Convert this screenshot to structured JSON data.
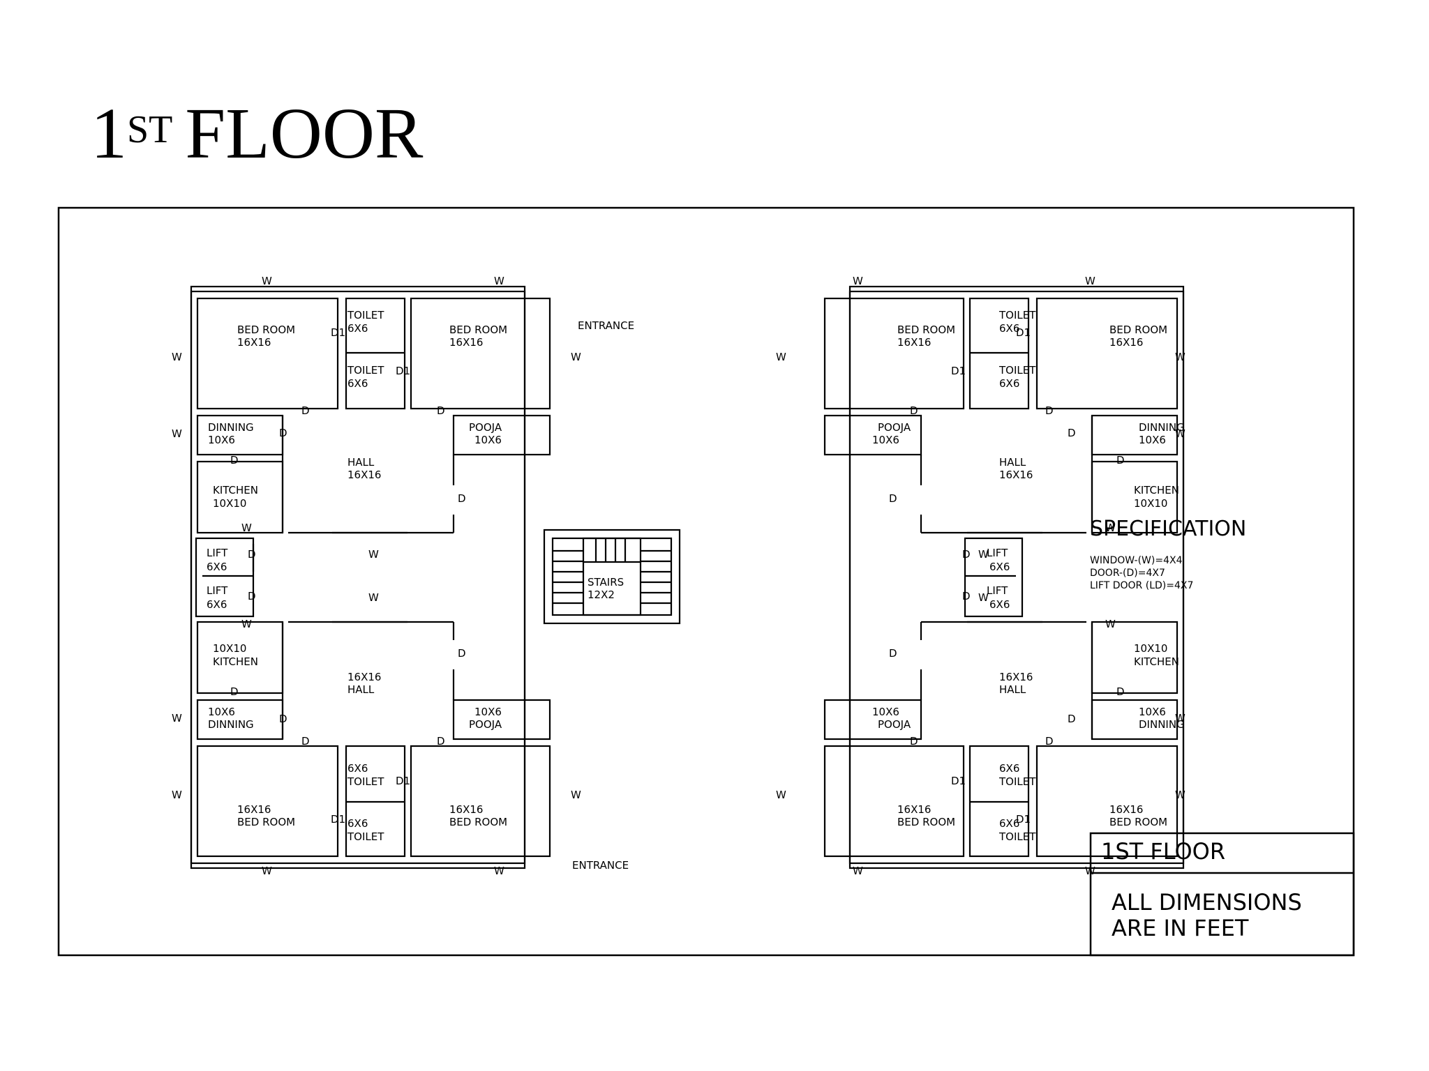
{
  "title": {
    "main": "1",
    "superscript": "ST",
    "rest": "FLOOR"
  },
  "unit_rooms": {
    "bed1": [
      "BED ROOM",
      "16X16"
    ],
    "bed2": [
      "BED ROOM",
      "16X16"
    ],
    "toilet1": [
      "TOILET",
      "6X6"
    ],
    "toilet2": [
      "TOILET",
      "6X6"
    ],
    "dinning": [
      "DINNING",
      "10X6"
    ],
    "kitchen": [
      "KITCHEN",
      "10X10"
    ],
    "hall": [
      "HALL",
      "16X16"
    ],
    "pooja": [
      "POOJA",
      "10X6"
    ]
  },
  "marks": {
    "window": "W",
    "door": "D",
    "door1": "D1"
  },
  "lifts": [
    [
      "LIFT",
      "6X6"
    ],
    [
      "LIFT",
      "6X6"
    ],
    [
      "LIFT",
      "6X6"
    ],
    [
      "LIFT",
      "6X6"
    ]
  ],
  "stairs": [
    "STAIRS",
    "12X2"
  ],
  "entrance": [
    "ENTRANCE",
    "ENTRANCE"
  ],
  "specification": {
    "heading": "SPECIFICATION",
    "lines": [
      "WINDOW-(W)=4X4",
      "DOOR-(D)=4X7",
      "LIFT DOOR (LD)=4X7"
    ]
  },
  "title_block": {
    "name": "1ST FLOOR",
    "note_line1": "ALL DIMENSIONS",
    "note_line2": "ARE IN FEET"
  },
  "colors": {
    "line": "#000000",
    "background": "#ffffff"
  }
}
